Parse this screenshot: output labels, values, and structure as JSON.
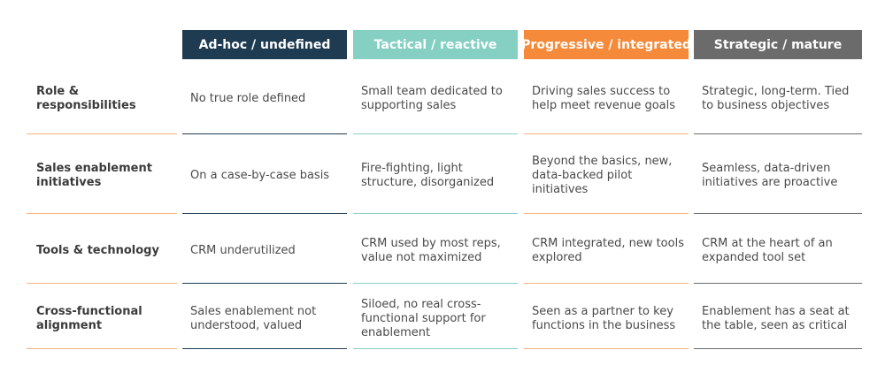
{
  "columns": [
    {
      "label": "Ad-hoc / undefined",
      "color": "#1f3b52",
      "rule_color": "#1f3b52"
    },
    {
      "label": "Tactical / reactive",
      "color": "#86cfc3",
      "rule_color": "#86cfc3"
    },
    {
      "label": "Progressive / integrated",
      "color": "#f58a3a",
      "rule_color": "#f5b27c"
    },
    {
      "label": "Strategic / mature",
      "color": "#6b6b6b",
      "rule_color": "#6b6b6b"
    }
  ],
  "label_rule_color": "#f5b27c",
  "rows": [
    {
      "label": "Role & responsibilities",
      "cells": [
        "No true role defined",
        "Small team dedicated to supporting sales",
        "Driving sales success to help meet revenue goals",
        "Strategic, long-term. Tied to business objectives"
      ]
    },
    {
      "label": "Sales enablement initiatives",
      "cells": [
        "On a case-by-case basis",
        "Fire-fighting, light structure, disorganized",
        "Beyond the basics, new, data-backed pilot initiatives",
        "Seamless, data-driven initiatives are proactive"
      ]
    },
    {
      "label": "Tools & technology",
      "cells": [
        "CRM underutilized",
        "CRM used by most reps, value not maximized",
        "CRM integrated, new tools explored",
        "CRM at the heart of an expanded tool set"
      ]
    },
    {
      "label": "Cross-functional alignment",
      "cells": [
        "Sales enablement not understood, valued",
        "Siloed, no real cross-functional support for enablement",
        "Seen as a partner to key functions in the business",
        "Enablement has a seat at the table, seen as critical"
      ]
    }
  ]
}
